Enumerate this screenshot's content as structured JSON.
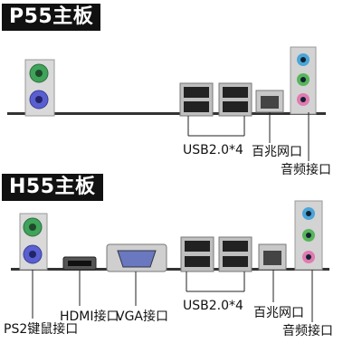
{
  "panels": [
    {
      "title": "P55主板",
      "labels": {
        "usb": "USB2.0*4",
        "lan": "百兆网口",
        "audio": "音频接口"
      }
    },
    {
      "title": "H55主板",
      "labels": {
        "ps2": "PS2键鼠接口",
        "hdmi": "HDMI接口",
        "vga": "VGA接口",
        "usb": "USB2.0*4",
        "lan": "百兆网口",
        "audio": "音频接口"
      }
    }
  ],
  "colors": {
    "ps2_mouse": "#3fa35a",
    "ps2_keyboard": "#5a5fd0",
    "audio_blue": "#4aa5d8",
    "audio_green": "#58b55a",
    "audio_pink": "#e07ab0",
    "rail": "#333333"
  }
}
